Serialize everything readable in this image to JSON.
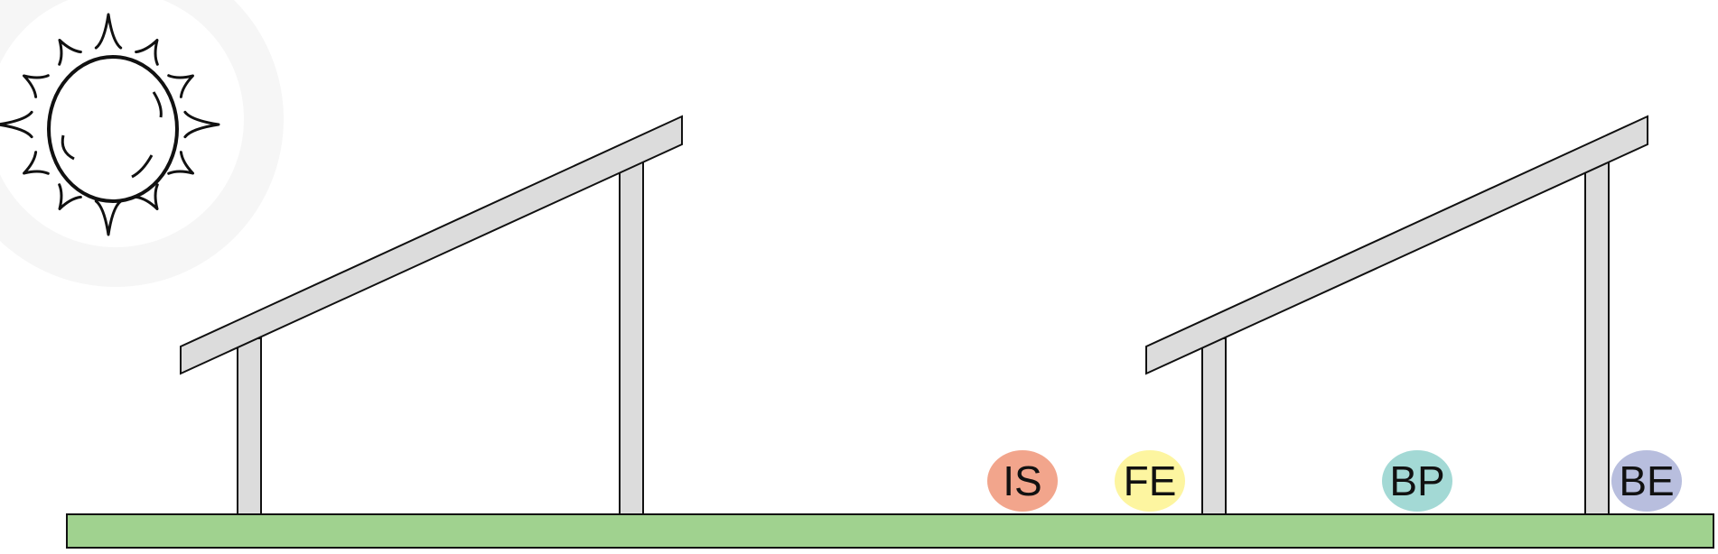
{
  "labels": [
    {
      "text": "IS",
      "color": "#f2a58c"
    },
    {
      "text": "FE",
      "color": "#fdf5a0"
    },
    {
      "text": "BP",
      "color": "#a3d9d5"
    },
    {
      "text": "BE",
      "color": "#b8bede"
    }
  ],
  "colors": {
    "ground": "#a0d28f",
    "panel": "#dcdcdc",
    "outline": "#111111",
    "sun_halo": "#f6f6f6"
  },
  "icons": {
    "sun": "sun-icon"
  }
}
